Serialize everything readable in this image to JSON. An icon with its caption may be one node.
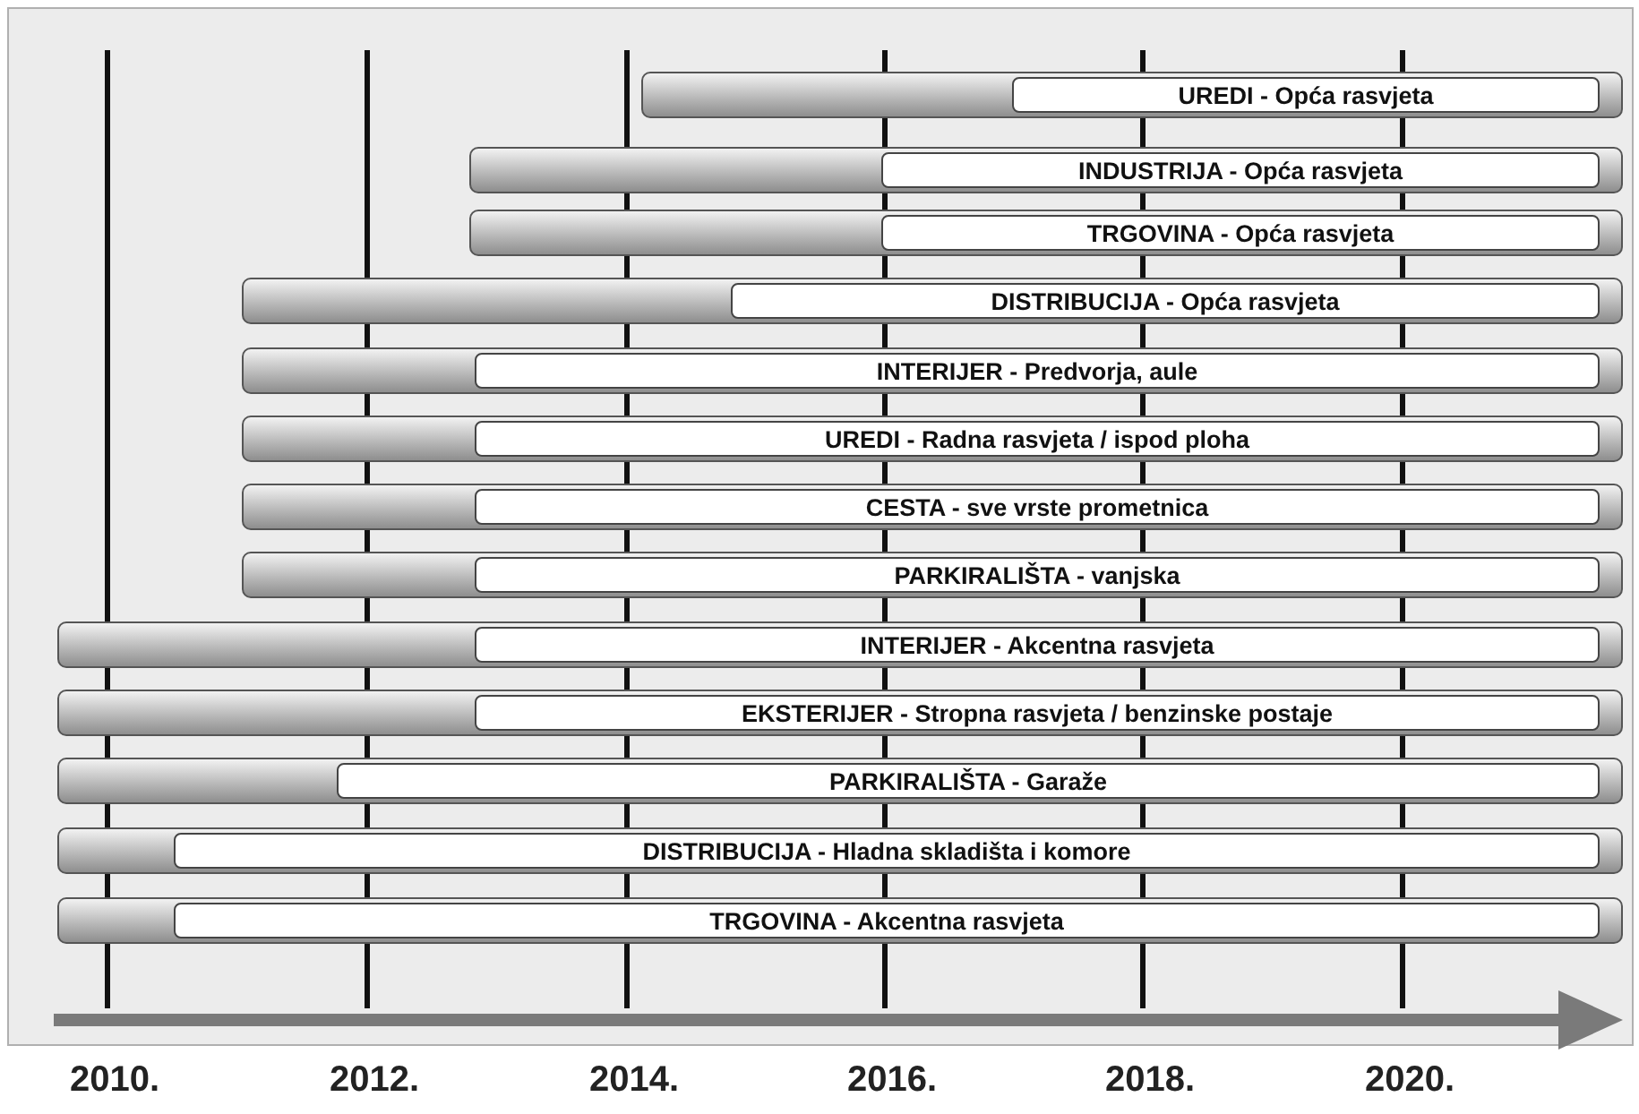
{
  "diagram": {
    "nodes": [
      {
        "text": [],
        "shape": "bar"
      },
      {
        "text": [
          "UREDI - Opća rasvjeta"
        ],
        "in": 0
      },
      {
        "text": [],
        "shape": "bar"
      },
      {
        "text": [
          "INDUSTRIJA - Opća rasvjeta"
        ],
        "in": 2
      },
      {
        "text": [],
        "shape": "bar"
      },
      {
        "text": [
          "TRGOVINA - Opća rasvjeta"
        ],
        "in": 4
      },
      {
        "text": [],
        "shape": "bar"
      },
      {
        "text": [
          "DISTRIBUCIJA - Opća rasvjeta"
        ],
        "in": 6
      },
      {
        "text": [],
        "shape": "bar"
      },
      {
        "text": [
          "INTERIJER - Predvorja, aule"
        ],
        "in": 8
      },
      {
        "text": [],
        "shape": "bar"
      },
      {
        "text": [
          "UREDI - Radna rasvjeta / ispod ploha"
        ],
        "in": 10
      },
      {
        "text": [],
        "shape": "bar"
      },
      {
        "text": [
          "CESTA - sve vrste prometnica"
        ],
        "in": 12
      },
      {
        "text": [],
        "shape": "bar"
      },
      {
        "text": [
          "PARKIRALIŠTA - vanjska"
        ],
        "in": 14
      },
      {
        "text": [],
        "shape": "bar"
      },
      {
        "text": [
          "INTERIJER - Akcentna rasvjeta"
        ],
        "in": 16
      },
      {
        "text": [],
        "shape": "bar"
      },
      {
        "text": [
          "EKSTERIJER - Stropna rasvjeta / benzinske postaje"
        ],
        "in": 18
      },
      {
        "text": [],
        "shape": "bar"
      },
      {
        "text": [
          "PARKIRALIŠTA - Garaže"
        ],
        "in": 20
      },
      {
        "text": [],
        "shape": "bar"
      },
      {
        "text": [
          "DISTRIBUCIJA - Hladna skladišta i komore"
        ],
        "in": 22
      },
      {
        "text": [],
        "shape": "bar"
      },
      {
        "text": [
          "TRGOVINA - Akcentna rasvjeta"
        ],
        "in": 24
      }
    ],
    "edges": [],
    "labels": [
      "2010.",
      "2012.",
      "2014.",
      "2016.",
      "2018.",
      "2020."
    ]
  }
}
